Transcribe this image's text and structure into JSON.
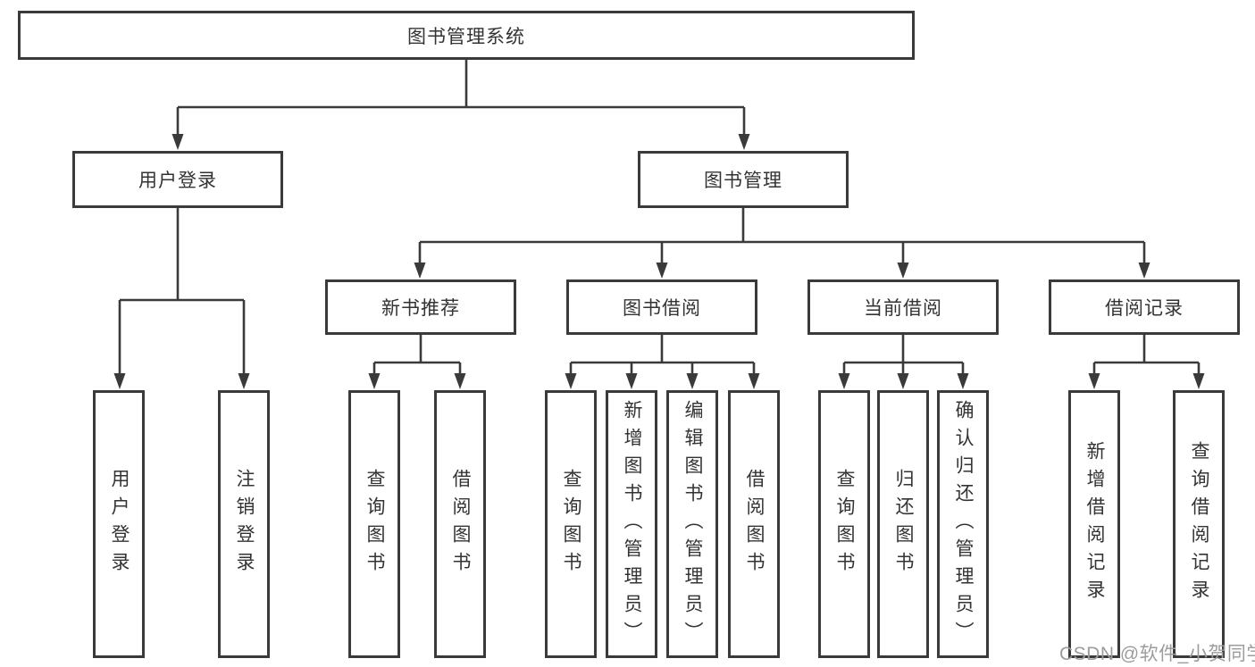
{
  "diagram": {
    "title": "图书管理系统",
    "type": "hierarchy-tree",
    "root": {
      "label": "图书管理系统"
    },
    "level2": [
      {
        "label": "用户登录",
        "parent": "图书管理系统"
      },
      {
        "label": "图书管理",
        "parent": "图书管理系统"
      }
    ],
    "level3": [
      {
        "label": "新书推荐",
        "parent": "图书管理"
      },
      {
        "label": "图书借阅",
        "parent": "图书管理"
      },
      {
        "label": "当前借阅",
        "parent": "图书管理"
      },
      {
        "label": "借阅记录",
        "parent": "图书管理"
      }
    ],
    "leaves": [
      {
        "label": "用户登录",
        "parent": "用户登录"
      },
      {
        "label": "注销登录",
        "parent": "用户登录"
      },
      {
        "label": "查询图书",
        "parent": "新书推荐"
      },
      {
        "label": "借阅图书",
        "parent": "新书推荐"
      },
      {
        "label": "查询图书",
        "parent": "图书借阅"
      },
      {
        "label": "新增图书（管理员）",
        "parent": "图书借阅"
      },
      {
        "label": "编辑图书（管理员）",
        "parent": "图书借阅"
      },
      {
        "label": "借阅图书",
        "parent": "图书借阅"
      },
      {
        "label": "查询图书",
        "parent": "当前借阅"
      },
      {
        "label": "归还图书",
        "parent": "当前借阅"
      },
      {
        "label": "确认归还（管理员）",
        "parent": "当前借阅"
      },
      {
        "label": "新增借阅记录",
        "parent": "借阅记录"
      },
      {
        "label": "查询借阅记录",
        "parent": "借阅记录"
      }
    ]
  },
  "watermark": {
    "text": "CSDN @软件_小贺同学"
  },
  "colors": {
    "line": "#3a3a3a",
    "text": "#333333",
    "watermark": "#9c9c9c",
    "background": "#ffffff"
  }
}
